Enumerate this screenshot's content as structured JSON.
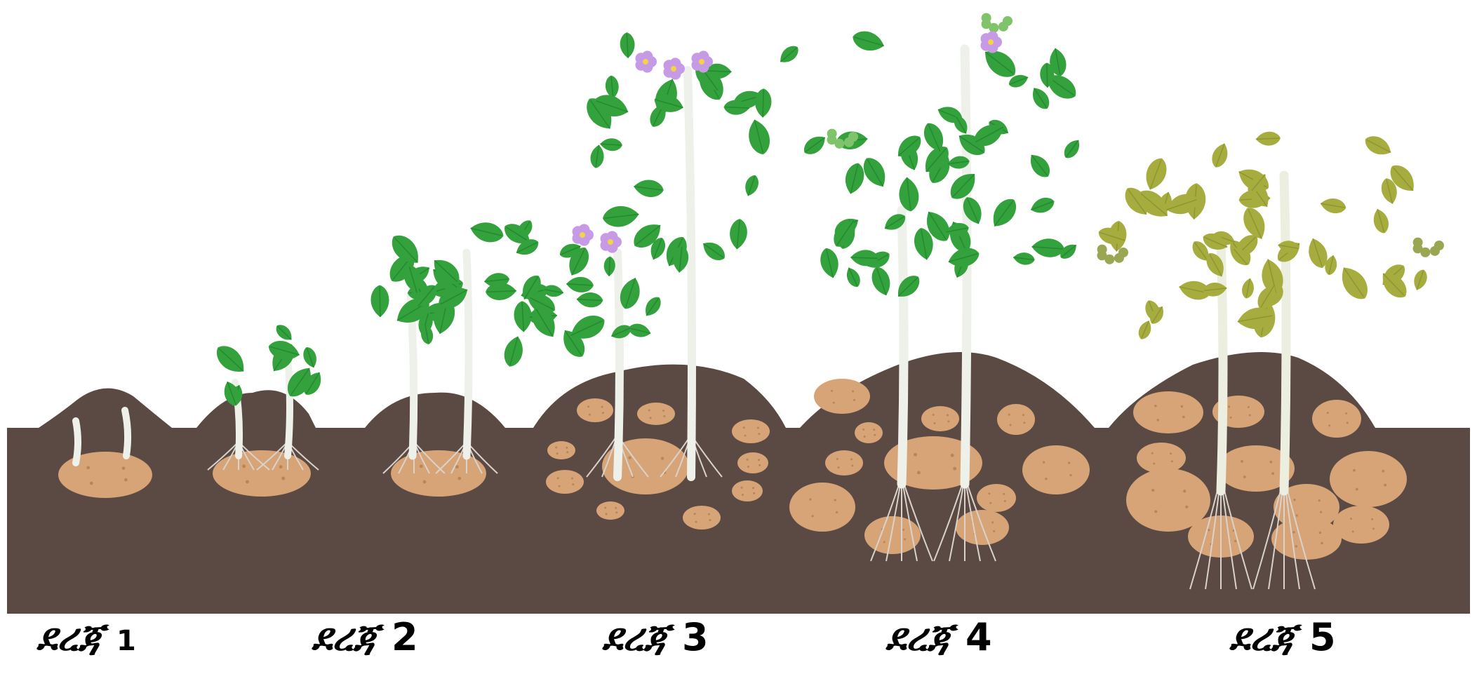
{
  "colors": {
    "soil": "#5a4a43",
    "tuber": "#d7a477",
    "tuber_spot": "#b98555",
    "stem": "#eef0ea",
    "leaf": "#33a13c",
    "leaf_dark": "#238a2f",
    "leaf_old": "#a6ac3e",
    "leaf_old_dark": "#8f9630",
    "flower": "#c79ae6",
    "root": "#d9d3cc"
  },
  "stages": [
    {
      "word": "ደረጃ",
      "num": "1"
    },
    {
      "word": "ደረጃ",
      "num": "2"
    },
    {
      "word": "ደረጃ",
      "num": "3"
    },
    {
      "word": "ደረጃ",
      "num": "4"
    },
    {
      "word": "ደረጃ",
      "num": "5"
    }
  ]
}
